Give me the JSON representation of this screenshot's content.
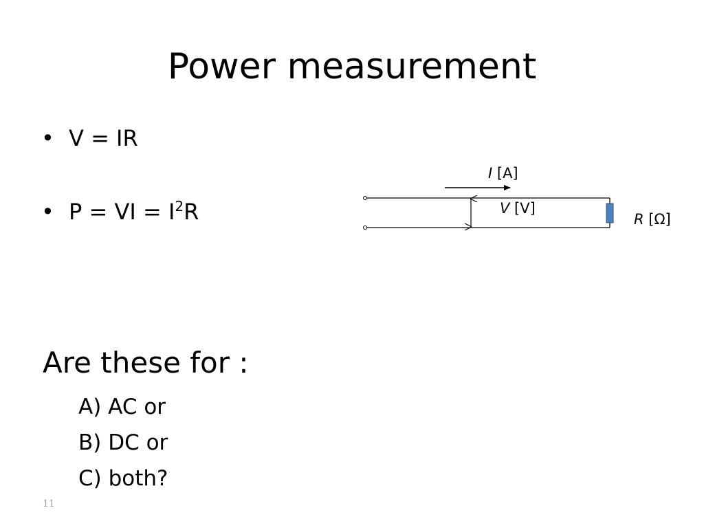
{
  "slide": {
    "title": "Power measurement",
    "bullets": [
      {
        "text": "V = IR"
      },
      {
        "pre": "P = VI = I",
        "sup": "2",
        "post": "R"
      }
    ],
    "question": "Are these for :",
    "options": [
      "A) AC or",
      "B) DC or",
      "C) both?"
    ],
    "page_number": "11"
  },
  "circuit": {
    "current_symbol": "I",
    "current_unit": " [A]",
    "voltage_symbol": "V",
    "voltage_unit": " [V]",
    "resistance_symbol": "R",
    "resistance_unit": " [Ω]",
    "resistor_color": "#4f81bd",
    "wire_color": "#000000"
  }
}
